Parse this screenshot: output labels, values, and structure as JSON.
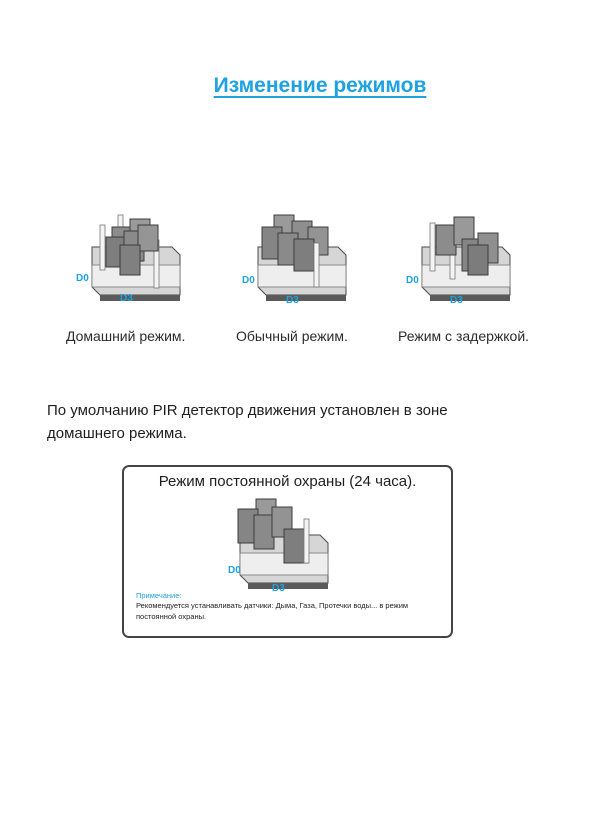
{
  "title": "Изменение режимов",
  "diagrams": [
    {
      "caption": "Домашний режим.",
      "label_d0": "D0",
      "label_d3": "D3"
    },
    {
      "caption": "Обычный режим.",
      "label_d0": "D0",
      "label_d3": "D3"
    },
    {
      "caption": "Режим с задержкой.",
      "label_d0": "D0",
      "label_d3": "D3"
    }
  ],
  "paragraph": "По умолчанию PIR детектор движения установлен в зоне домашнего режима.",
  "info_box": {
    "title": "Режим постоянной охраны (24 часа).",
    "label_d0": "D0",
    "label_d3": "D3",
    "note_label": "Примечание:",
    "note_text": "Рекомендуется устанавливать датчики: Дыма, Газа, Протечки воды... в режим постоянной охраны."
  },
  "colors": {
    "accent": "#1fa2e0",
    "jumper": "#8c8c8c",
    "base": "#5a5a5a"
  }
}
